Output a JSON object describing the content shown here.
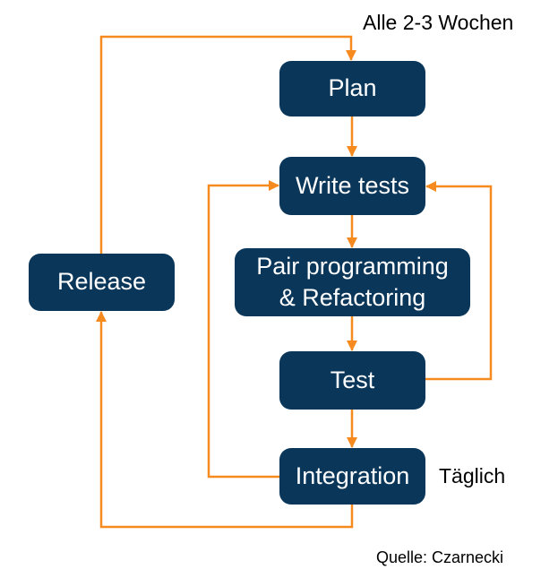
{
  "diagram": {
    "type": "flowchart",
    "nodes": {
      "plan": {
        "label": "Plan"
      },
      "write_tests": {
        "label": "Write tests"
      },
      "pair_programming": {
        "label": "Pair programming\n& Refactoring"
      },
      "test": {
        "label": "Test"
      },
      "integration": {
        "label": "Integration"
      },
      "release": {
        "label": "Release"
      }
    },
    "edges": [
      {
        "from": "plan",
        "to": "write_tests"
      },
      {
        "from": "write_tests",
        "to": "pair_programming"
      },
      {
        "from": "pair_programming",
        "to": "test"
      },
      {
        "from": "test",
        "to": "integration"
      },
      {
        "from": "test",
        "to": "write_tests",
        "kind": "feedback-loop"
      },
      {
        "from": "integration",
        "to": "write_tests",
        "kind": "feedback-loop"
      },
      {
        "from": "integration",
        "to": "release"
      },
      {
        "from": "release",
        "to": "plan",
        "kind": "cycle",
        "label": "Alle 2-3 Wochen"
      }
    ],
    "annotations": {
      "cycle_label": "Alle 2-3 Wochen",
      "daily_label": "Täglich",
      "source": "Quelle: Czarnecki"
    },
    "colors": {
      "node_fill": "#0a3659",
      "node_text": "#ffffff",
      "arrow": "#f68a1e",
      "annotation_text": "#000000",
      "background": "#ffffff"
    }
  }
}
